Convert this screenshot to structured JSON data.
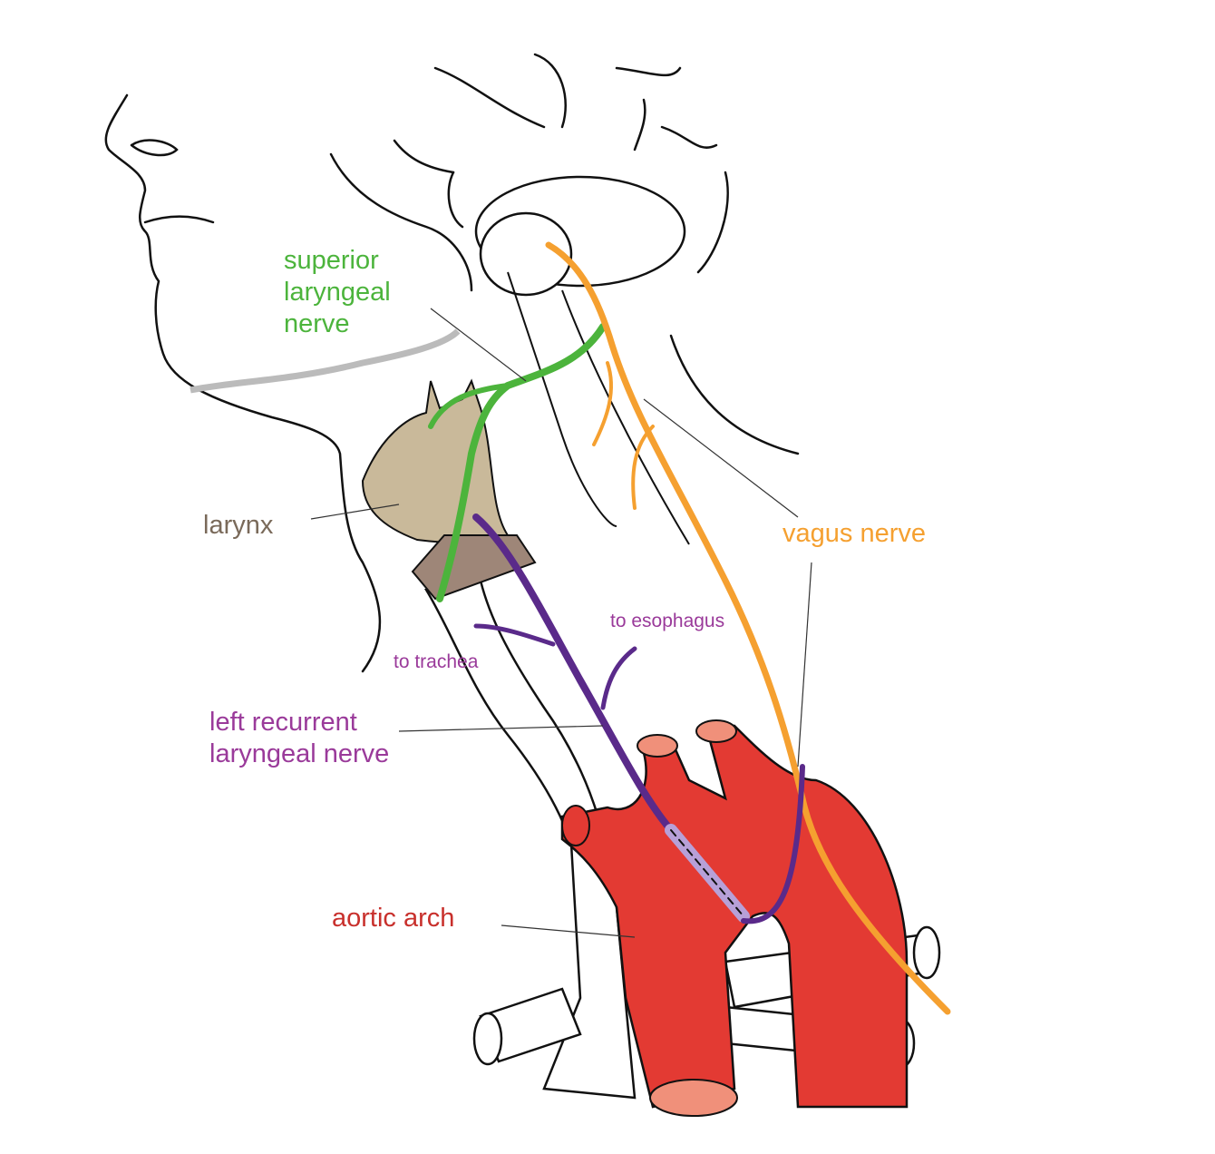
{
  "labels": {
    "superior_laryngeal": [
      "superior",
      "laryngeal",
      "nerve"
    ],
    "larynx": "larynx",
    "vagus": "vagus nerve",
    "to_esophagus": "to esophagus",
    "to_trachea": "to trachea",
    "left_recurrent": [
      "left recurrent",
      "laryngeal nerve"
    ],
    "aortic_arch": "aortic arch"
  },
  "colors": {
    "superior_laryngeal": "#4cb43c",
    "vagus": "#f5a030",
    "recurrent": "#5a2a8a",
    "recurrent_label": "#9a3a9a",
    "larynx": "#c9b99a",
    "larynx_label": "#7a6a5a",
    "aorta": "#e33a33",
    "aorta_label": "#c8302c",
    "aorta_lumen": "#f0907a"
  }
}
